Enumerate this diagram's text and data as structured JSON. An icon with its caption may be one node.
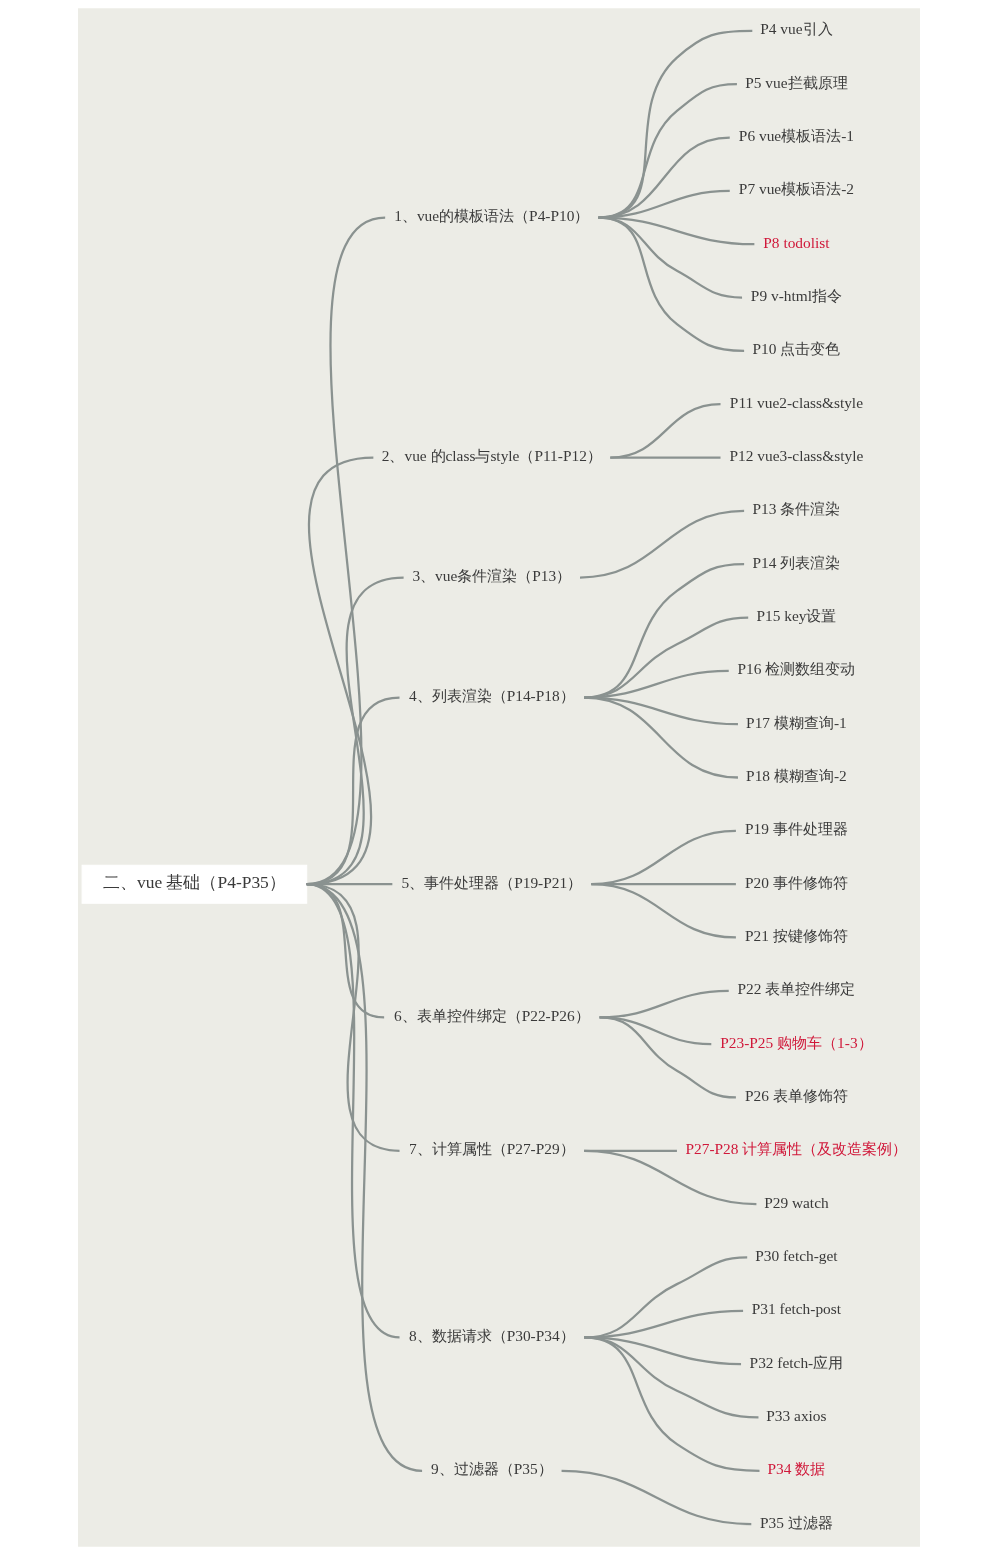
{
  "diagram": {
    "nodes": [
      {
        "text": [
          "二、vue 基础（P4-P35）"
        ]
      },
      {
        "text": [
          "1、vue的模板语法（P4-P10）"
        ]
      },
      {
        "text": [
          "P4 vue引入"
        ]
      },
      {
        "text": [
          "P5 vue拦截原理"
        ]
      },
      {
        "text": [
          "P6 vue模板语法-1"
        ]
      },
      {
        "text": [
          "P7 vue模板语法-2"
        ]
      },
      {
        "text": [
          "P8 todolist"
        ]
      },
      {
        "text": [
          "P9 v-html指令"
        ]
      },
      {
        "text": [
          "P10 点击变色"
        ]
      },
      {
        "text": [
          "2、vue 的class与style（P11-P12）"
        ]
      },
      {
        "text": [
          "P11 vue2-class&style"
        ]
      },
      {
        "text": [
          "P12 vue3-class&style"
        ]
      },
      {
        "text": [
          "3、vue条件渲染（P13）"
        ]
      },
      {
        "text": [
          "P13 条件渲染"
        ]
      },
      {
        "text": [
          "4、列表渲染（P14-P18）"
        ]
      },
      {
        "text": [
          "P14 列表渲染"
        ]
      },
      {
        "text": [
          "P15 key设置"
        ]
      },
      {
        "text": [
          "P16 检测数组变动"
        ]
      },
      {
        "text": [
          "P17 模糊查询-1"
        ]
      },
      {
        "text": [
          "P18 模糊查询-2"
        ]
      },
      {
        "text": [
          "5、事件处理器（P19-P21）"
        ]
      },
      {
        "text": [
          "P19 事件处理器"
        ]
      },
      {
        "text": [
          "P20 事件修饰符"
        ]
      },
      {
        "text": [
          "P21 按键修饰符"
        ]
      },
      {
        "text": [
          "6、表单控件绑定（P22-P26）"
        ]
      },
      {
        "text": [
          "P22 表单控件绑定"
        ]
      },
      {
        "text": [
          "P23-P25 购物车（1-3）"
        ]
      },
      {
        "text": [
          "P26 表单修饰符"
        ]
      },
      {
        "text": [
          "7、计算属性（P27-P29）"
        ]
      },
      {
        "text": [
          "P27-P28 计算属性（及改造案例）"
        ]
      },
      {
        "text": [
          "P29 watch"
        ]
      },
      {
        "text": [
          "8、数据请求（P30-P34）"
        ]
      },
      {
        "text": [
          "P30 fetch-get"
        ]
      },
      {
        "text": [
          "P31 fetch-post"
        ]
      },
      {
        "text": [
          "P32 fetch-应用"
        ]
      },
      {
        "text": [
          "P33 axios"
        ]
      },
      {
        "text": [
          "P34 数据"
        ]
      },
      {
        "text": [
          "9、过滤器（P35）"
        ]
      },
      {
        "text": [
          "P35 过滤器"
        ]
      }
    ],
    "edges": [
      {
        "from": 0,
        "to": 1,
        "arrow": "none"
      },
      {
        "from": 1,
        "to": 2,
        "arrow": "none"
      },
      {
        "from": 1,
        "to": 3,
        "arrow": "none"
      },
      {
        "from": 1,
        "to": 4,
        "arrow": "none"
      },
      {
        "from": 1,
        "to": 5,
        "arrow": "none"
      },
      {
        "from": 1,
        "to": 6,
        "arrow": "none"
      },
      {
        "from": 1,
        "to": 7,
        "arrow": "none"
      },
      {
        "from": 1,
        "to": 8,
        "arrow": "none"
      },
      {
        "from": 0,
        "to": 9,
        "arrow": "none"
      },
      {
        "from": 9,
        "to": 10,
        "arrow": "none"
      },
      {
        "from": 9,
        "to": 11,
        "arrow": "none"
      },
      {
        "from": 0,
        "to": 12,
        "arrow": "none"
      },
      {
        "from": 12,
        "to": 13,
        "arrow": "none"
      },
      {
        "from": 0,
        "to": 14,
        "arrow": "none"
      },
      {
        "from": 14,
        "to": 15,
        "arrow": "none"
      },
      {
        "from": 14,
        "to": 16,
        "arrow": "none"
      },
      {
        "from": 14,
        "to": 17,
        "arrow": "none"
      },
      {
        "from": 14,
        "to": 18,
        "arrow": "none"
      },
      {
        "from": 14,
        "to": 19,
        "arrow": "none"
      },
      {
        "from": 0,
        "to": 20,
        "arrow": "none"
      },
      {
        "from": 20,
        "to": 21,
        "arrow": "none"
      },
      {
        "from": 20,
        "to": 22,
        "arrow": "none"
      },
      {
        "from": 20,
        "to": 23,
        "arrow": "none"
      },
      {
        "from": 0,
        "to": 24,
        "arrow": "none"
      },
      {
        "from": 24,
        "to": 25,
        "arrow": "none"
      },
      {
        "from": 24,
        "to": 26,
        "arrow": "none"
      },
      {
        "from": 24,
        "to": 27,
        "arrow": "none"
      },
      {
        "from": 0,
        "to": 28,
        "arrow": "none"
      },
      {
        "from": 28,
        "to": 29,
        "arrow": "none"
      },
      {
        "from": 28,
        "to": 30,
        "arrow": "none"
      },
      {
        "from": 0,
        "to": 31,
        "arrow": "none"
      },
      {
        "from": 31,
        "to": 32,
        "arrow": "none"
      },
      {
        "from": 31,
        "to": 33,
        "arrow": "none"
      },
      {
        "from": 31,
        "to": 34,
        "arrow": "none"
      },
      {
        "from": 31,
        "to": 35,
        "arrow": "none"
      },
      {
        "from": 31,
        "to": 36,
        "arrow": "none"
      },
      {
        "from": 0,
        "to": 37,
        "arrow": "none"
      },
      {
        "from": 37,
        "to": 38,
        "arrow": "none"
      }
    ]
  }
}
